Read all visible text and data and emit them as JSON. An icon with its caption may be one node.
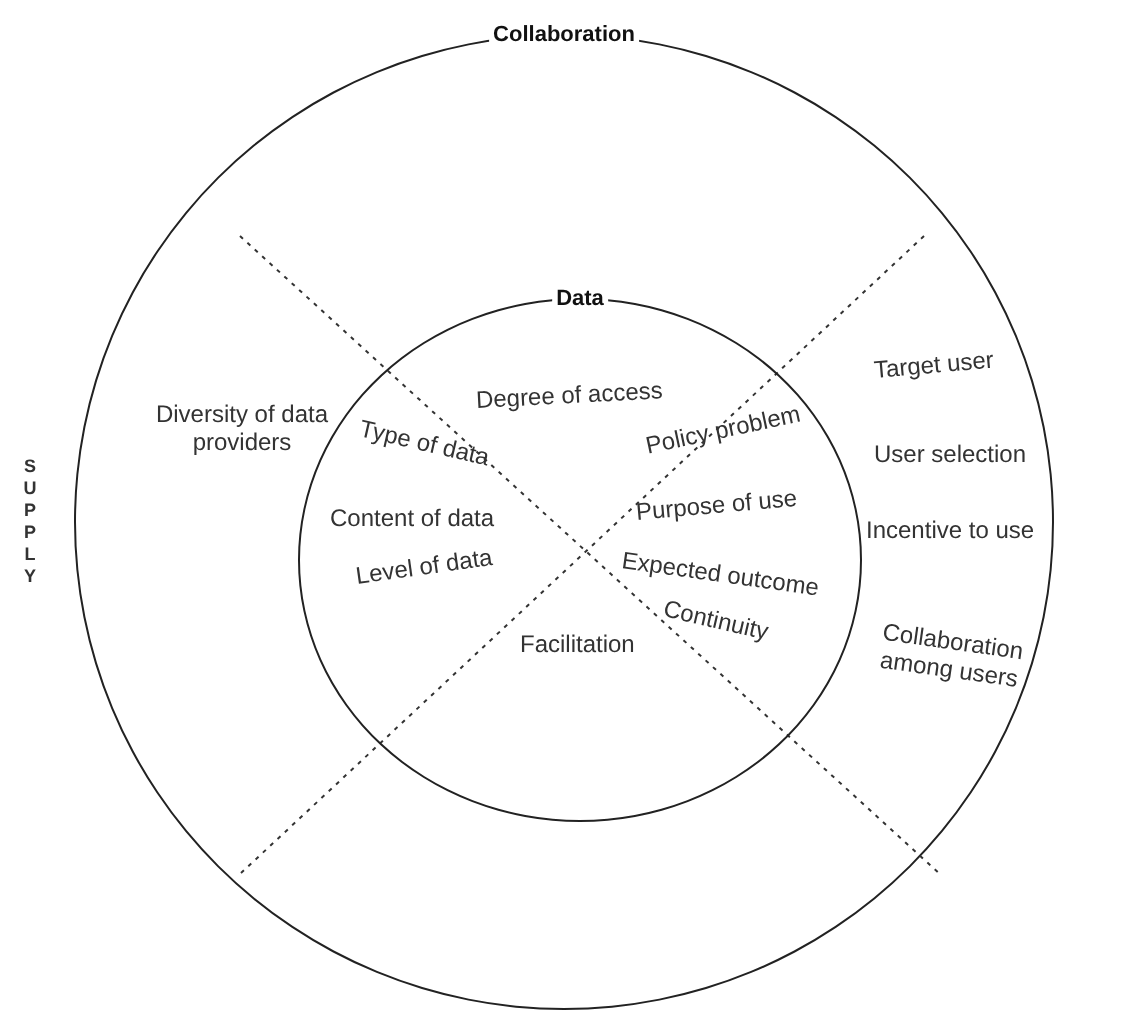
{
  "diagram": {
    "nodes": [
      {
        "text": [
          "Collaboration"
        ]
      },
      {
        "text": [
          "Data"
        ],
        "in": 0
      }
    ],
    "labels": [
      "SUPPLY",
      "Diversity of data providers",
      "Degree of access",
      "Type of data",
      "Content of data",
      "Level of data",
      "Facilitation",
      "Policy problem",
      "Purpose of use",
      "Expected outcome",
      "Continuity",
      "Target user",
      "User selection",
      "Incentive to use",
      "Collaboration among users"
    ]
  }
}
